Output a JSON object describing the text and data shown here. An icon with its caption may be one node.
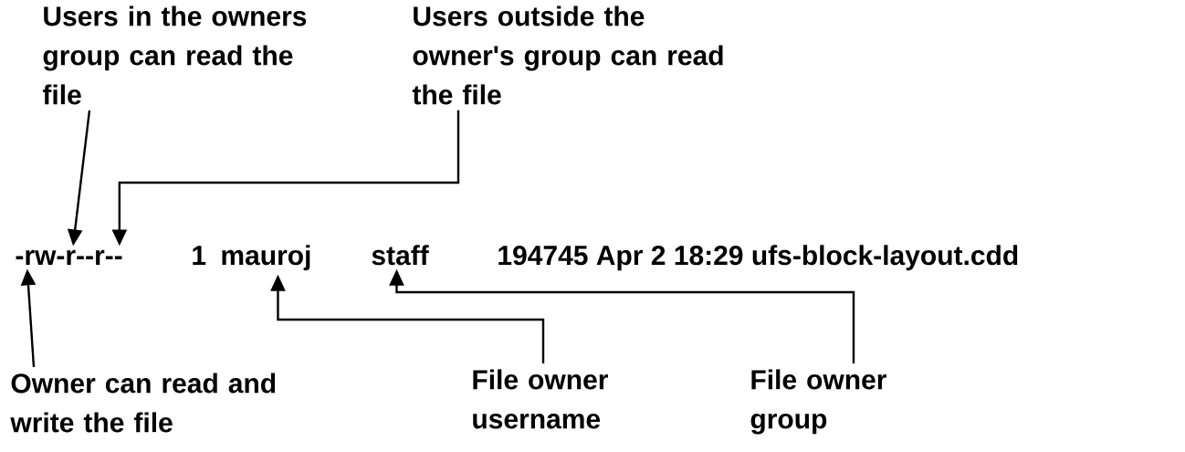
{
  "diagram": {
    "nodes": [
      {
        "text": [
          "Users in the owners group can read the file"
        ]
      },
      {
        "text": [
          "Users outside the owner's group can read the file"
        ]
      },
      {
        "text": [
          "-rw-r--r--"
        ]
      },
      {
        "text": [
          "mauroj"
        ]
      },
      {
        "text": [
          "staff"
        ]
      },
      {
        "text": [
          "Owner can read and write the file"
        ]
      },
      {
        "text": [
          "File owner username"
        ]
      },
      {
        "text": [
          "File owner group"
        ]
      }
    ],
    "edges": [
      {
        "from": 0,
        "to": 2,
        "arrow": "to"
      },
      {
        "from": 1,
        "to": 2,
        "arrow": "to"
      },
      {
        "from": 5,
        "to": 2,
        "arrow": "to"
      },
      {
        "from": 6,
        "to": 3,
        "arrow": "to"
      },
      {
        "from": 7,
        "to": 4,
        "arrow": "to"
      }
    ],
    "labels": [
      "1",
      "194745 Apr 2 18:29 ufs-block-layout.cdd"
    ]
  }
}
